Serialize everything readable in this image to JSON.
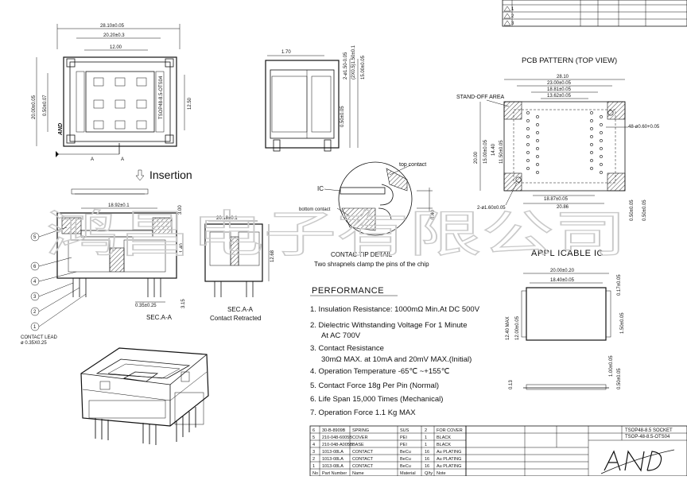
{
  "top_view": {
    "dim_width": "28.10±0.05",
    "dim_inner": "20.20±0.3",
    "dim_center": "12.00",
    "dim_height_left1": "20.00±0.05",
    "dim_height_left2": "0.50±0.07",
    "dim_height_right": "12.50",
    "chip_label": "TSOP48-8.5-OTS04",
    "logo_small": "AND",
    "marker_a": "A"
  },
  "side_view": {
    "dim_top": "1.70",
    "dims_right": [
      "2-ø1.50-0.05",
      "(2X0.5)1.50±0.1",
      "15.00±0.05",
      "0.50±0.05"
    ]
  },
  "insertion_label": "Insertion",
  "section": {
    "dim_width": "18.92±0.1",
    "dim_height": "3.00",
    "dim_mid": "1.40",
    "dim_pin": "0.35±0.25",
    "dim_lead": "3.15",
    "caption": "SEC.A-A",
    "callouts": [
      "5",
      "6",
      "4",
      "3",
      "2",
      "1"
    ],
    "contact_lead": [
      "CONTACT LEAD",
      "ø 0.35X0.25"
    ]
  },
  "retracted": {
    "dim_width": "20.18±0.1",
    "dim_height": "12.68",
    "caption_1": "SEC.A-A",
    "caption_2": "Contact Retracted"
  },
  "contact_detail": {
    "label_top": "top contact",
    "label_ic": "IC",
    "label_bottom": "bottom contact",
    "dim": "0.40",
    "title": "CONTAC TIP DETAIL",
    "subtitle": "Two shrapnels clamp the pins of the chip"
  },
  "pcb": {
    "title": "PCB PATTERN (TOP VIEW)",
    "standoff": "STAND-OFF AREA",
    "dims_top": [
      "28.10",
      "23.00±0.05",
      "18.81±0.05",
      "13.62±0.05"
    ],
    "dims_left": [
      "20.00",
      "15.00±0.05",
      "14.40",
      "11.50±0.05"
    ],
    "dims_bottom": [
      "18.87±0.05",
      "20.86"
    ],
    "hole_right": "48-ø0.60+0.05",
    "hole_left": "2-ø1.60±0.05",
    "dims_right": [
      "0.50±0.05",
      "0.50±0.05"
    ]
  },
  "applicable": {
    "title": "APPL ICABLE IC",
    "dim_w1": "20.00±0.20",
    "dim_w2": "18.40±0.05",
    "dim_h1": "12.40 MAX",
    "dim_h2": "12.00±0.05",
    "dim_r1": "0.17±0.05",
    "dim_r2": "1.50±0.05",
    "dim_b1": "1.00±0.05",
    "dim_b2": "0.50±0.05",
    "dim_t": "0.13"
  },
  "performance": {
    "title": "PERFORMANCE",
    "items": [
      "1. Insulation Resistance: 1000mΩ Min.At DC 500V",
      "2. Dielectric Withstanding Voltage For 1 Minute",
      "At AC 700V",
      "3. Contact Resistance",
      "30mΩ MAX. at 10mA and 20mV MAX.(Initial)",
      "4. Operation Temperature -65℃ ~+155℃",
      "5. Contact Force 18g Per Pin (Normal)",
      "6. Life Span 15,000 Times (Mechanical)",
      "7. Operation Force 1.1 Kg MAX"
    ]
  },
  "watermark": "鸿昌电子有限公司",
  "revision_rows": [
    "1",
    "2",
    "3"
  ],
  "bom": {
    "headers": [
      "No",
      "Part Number",
      "Name",
      "Material",
      "Q/ty",
      "Note"
    ],
    "rows": [
      [
        "6",
        "30-B-8909B",
        "SPRING",
        "SUS",
        "2",
        "FOR COVER"
      ],
      [
        "5",
        "210-048-6005B",
        "COVER",
        "PEI",
        "1",
        "BLACK"
      ],
      [
        "4",
        "210-048-A005B",
        "BASE",
        "PEI",
        "1",
        "BLACK"
      ],
      [
        "3",
        "1013-08LA",
        "CONTACT",
        "BeCu",
        "16",
        "Au PLATING"
      ],
      [
        "2",
        "1013-08LA",
        "CONTACT",
        "BeCu",
        "16",
        "Au PLATING"
      ],
      [
        "1",
        "1013-08LA",
        "CONTACT",
        "BeCu",
        "16",
        "Au PLATING"
      ]
    ]
  },
  "title_block": {
    "model": "TSOP48-8.5 SOCKET",
    "code": "TSOP-48-8.5-OTS04",
    "logo": "AND"
  }
}
